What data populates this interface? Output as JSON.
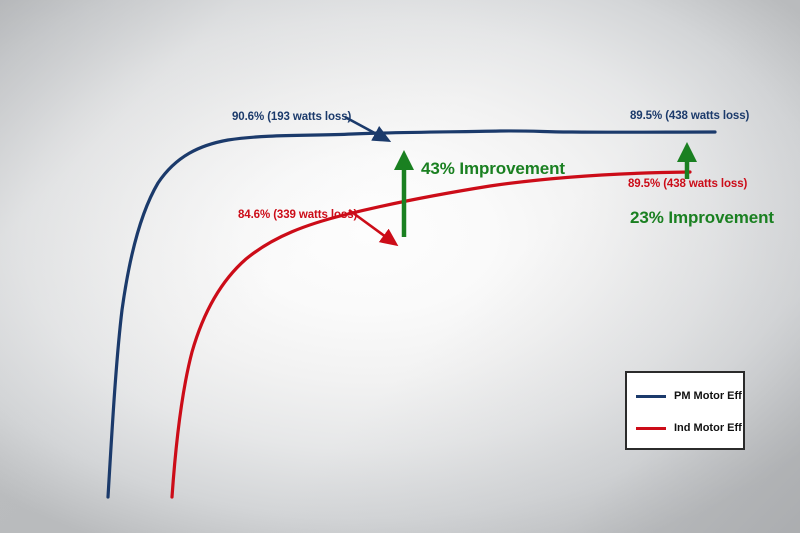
{
  "chart_data": {
    "type": "line",
    "title": "",
    "xlabel": "",
    "ylabel": "",
    "grid": false,
    "axes_visible": false,
    "legend_position": "bottom-right",
    "xlim": [
      0,
      100
    ],
    "ylim": [
      0,
      100
    ],
    "series": [
      {
        "name": "PM Motor Eff",
        "color": "#1b3a6b",
        "x": [
          2,
          3,
          4,
          6,
          8,
          11,
          15,
          20,
          26,
          33,
          41,
          50,
          60,
          70,
          80,
          90,
          100
        ],
        "y": [
          0,
          22,
          38,
          55,
          65,
          73,
          79,
          83.5,
          86.5,
          88.3,
          89.5,
          90.3,
          90.6,
          90.5,
          90.3,
          89.9,
          89.5
        ]
      },
      {
        "name": "Ind Motor Eff",
        "color": "#cc0c18",
        "x": [
          12,
          14,
          16,
          19,
          23,
          28,
          34,
          41,
          48,
          56,
          64,
          72,
          80,
          88,
          96
        ],
        "y": [
          0,
          14,
          26,
          39,
          50,
          59,
          66,
          72,
          76.5,
          80,
          82.8,
          85,
          86.8,
          88.3,
          89.5
        ]
      }
    ],
    "annotations": [
      {
        "id": "pm-peak",
        "text": "90.6% (193 watts loss)",
        "color": "#1b3a6b",
        "points_to": "PM Motor Eff peak"
      },
      {
        "id": "pm-end",
        "text": "89.5% (438 watts loss)",
        "color": "#1b3a6b",
        "points_to": "PM Motor Eff right end"
      },
      {
        "id": "ind-peak",
        "text": "84.6% (339 watts loss)",
        "color": "#cc0c18",
        "points_to": "Ind Motor Eff mid"
      },
      {
        "id": "ind-end",
        "text": "89.5% (438 watts loss)",
        "color": "#cc0c18",
        "points_to": "Ind Motor Eff right end"
      },
      {
        "id": "improvement-left",
        "text": "43% Improvement",
        "color": "#1a8021"
      },
      {
        "id": "improvement-right",
        "text": "23% Improvement",
        "color": "#1a8021"
      }
    ]
  },
  "legend": {
    "items": [
      {
        "label": "PM Motor Eff",
        "color": "#1b3a6b"
      },
      {
        "label": "Ind Motor Eff",
        "color": "#cc0c18"
      }
    ]
  },
  "colors": {
    "pm_navy": "#1b3a6b",
    "ind_red": "#cc0c18",
    "improvement_green": "#1a8021",
    "legend_border": "#2b2b2b",
    "background_light": "#fafafa",
    "background_dark": "#b9bbbd"
  }
}
